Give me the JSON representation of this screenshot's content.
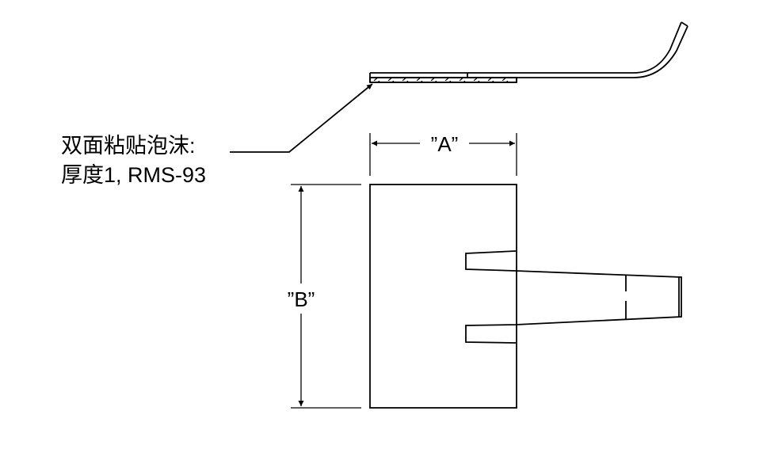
{
  "callout": {
    "line1": "双面粘贴泡沫:",
    "line2": "厚度1, RMS-93"
  },
  "dimensions": {
    "a_label": "”A”",
    "b_label": "”B”"
  },
  "colors": {
    "line": "#000000",
    "background": "#ffffff"
  }
}
